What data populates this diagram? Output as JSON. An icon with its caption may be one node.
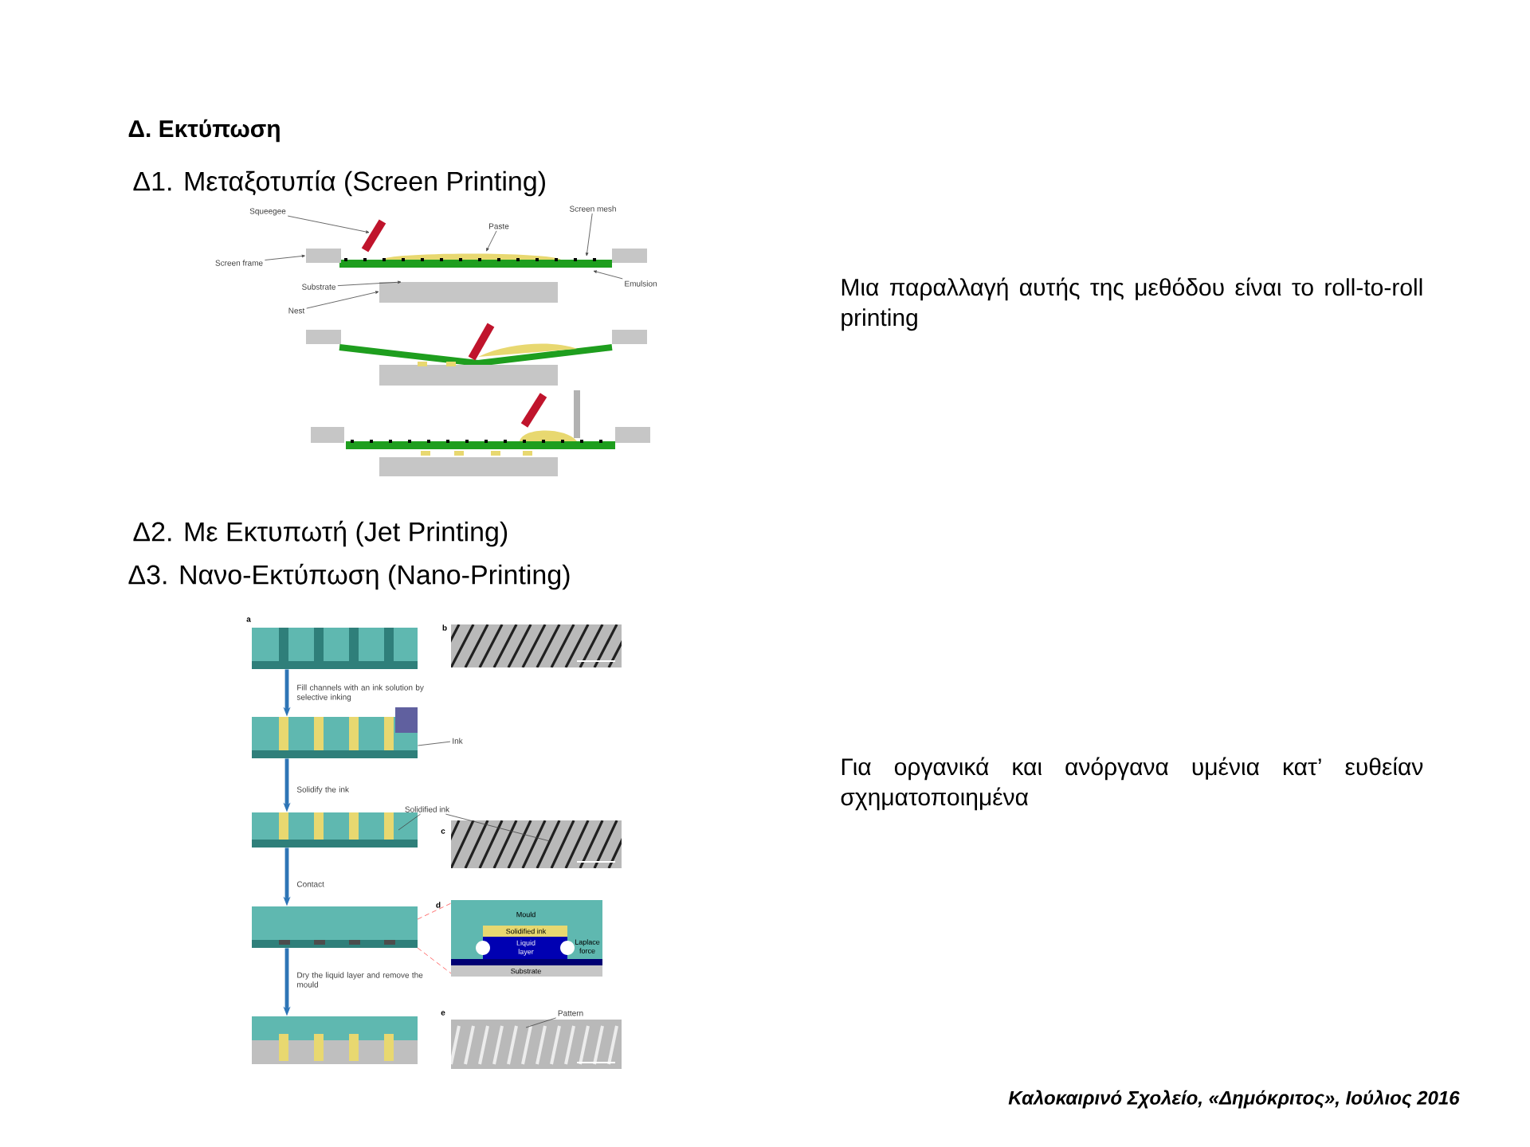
{
  "diagram": {
    "title": "Δ. Εκτύπωση",
    "nodes": [
      {
        "text": [
          "Squeegee"
        ]
      },
      {
        "text": [
          "Paste"
        ]
      },
      {
        "text": [
          "Screen mesh"
        ]
      },
      {
        "text": [
          "Screen frame"
        ]
      },
      {
        "text": [
          "Emulsion"
        ]
      },
      {
        "text": [
          "Substrate"
        ]
      },
      {
        "text": [
          "Nest"
        ]
      },
      {
        "text": [],
        "shape": "picture"
      },
      {
        "text": [],
        "shape": "picture"
      },
      {
        "text": [],
        "shape": "picture"
      },
      {
        "text": [],
        "shape": "picture"
      },
      {
        "text": [],
        "shape": "picture"
      },
      {
        "text": [
          "Ink"
        ]
      },
      {
        "text": [
          "Solidified ink"
        ]
      },
      {
        "text": [
          "Pattern"
        ]
      },
      {
        "text": [],
        "shape": "box"
      }
    ],
    "edges": [
      {
        "from": 0,
        "to": null,
        "arrow": "to"
      },
      {
        "from": 1,
        "to": null,
        "arrow": "to"
      },
      {
        "from": 2,
        "to": null,
        "arrow": "to"
      },
      {
        "from": 3,
        "to": 15,
        "arrow": "to"
      },
      {
        "from": 4,
        "to": null,
        "arrow": "to"
      },
      {
        "from": 5,
        "to": null,
        "arrow": "to"
      },
      {
        "from": 6,
        "to": null,
        "arrow": "to"
      },
      {
        "from": 7,
        "to": 8,
        "arrow": "to",
        "label": "Fill channels with an ink solution by selective inking",
        "style": "thick",
        "color": "#2e75b6"
      },
      {
        "from": 8,
        "to": 9,
        "arrow": "to",
        "label": "Solidify the ink",
        "style": "thick",
        "color": "#2e75b6"
      },
      {
        "from": 9,
        "to": 10,
        "arrow": "to",
        "label": "Contact",
        "style": "thick",
        "color": "#2e75b6"
      },
      {
        "from": 10,
        "to": 11,
        "arrow": "to",
        "label": "Dry the liquid layer and remove the mould",
        "style": "thick",
        "color": "#2e75b6"
      },
      {
        "from": 12,
        "to": 8,
        "arrow": "none"
      },
      {
        "from": 13,
        "to": null,
        "arrow": "none"
      },
      {
        "from": 13,
        "to": null,
        "arrow": "none"
      },
      {
        "from": 14,
        "to": null,
        "arrow": "none"
      }
    ],
    "labels": [
      "Δ1. Μεταξοτυπία (Screen Printing)",
      "Μια παραλλαγή αυτής της μεθόδου είναι το roll-to-roll printing",
      "Δ2. Με Εκτυπωτή (Jet Printing)",
      "Δ3. Νανο-Εκτύπωση (Nano-Printing)",
      "a",
      "b",
      "c",
      "Για οργανικά και ανόργανα υμένια κατ’ ευθείαν σχηματοποιημένα",
      "d",
      "Mould",
      "Solidified ink",
      "Liquid layer",
      "Laplace force",
      "Substrate",
      "e",
      "Καλοκαιρινό Σχολείο, «Δημόκριτος», Ιούλιος 2016"
    ]
  }
}
